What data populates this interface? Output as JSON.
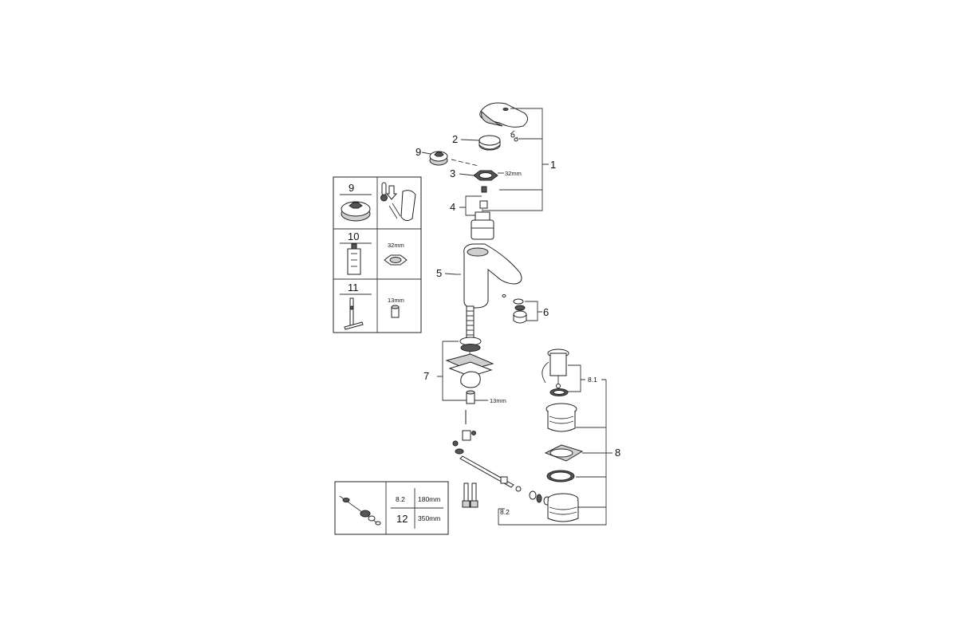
{
  "callouts": {
    "p1": "1",
    "p2": "2",
    "p3": "3",
    "p4": "4",
    "p5": "5",
    "p6": "6",
    "p7": "7",
    "p8": "8",
    "p81": "8.1",
    "p82": "8.2",
    "p9": "9",
    "size32": "32mm",
    "size13": "13mm"
  },
  "accessories": {
    "row1": {
      "number": "9"
    },
    "row2": {
      "number": "10",
      "size": "32mm"
    },
    "row3": {
      "number": "11",
      "size": "13mm"
    }
  },
  "hose_table": {
    "rows": [
      {
        "part": "8.2",
        "length": "180mm"
      },
      {
        "part": "12",
        "length": "350mm"
      }
    ]
  }
}
